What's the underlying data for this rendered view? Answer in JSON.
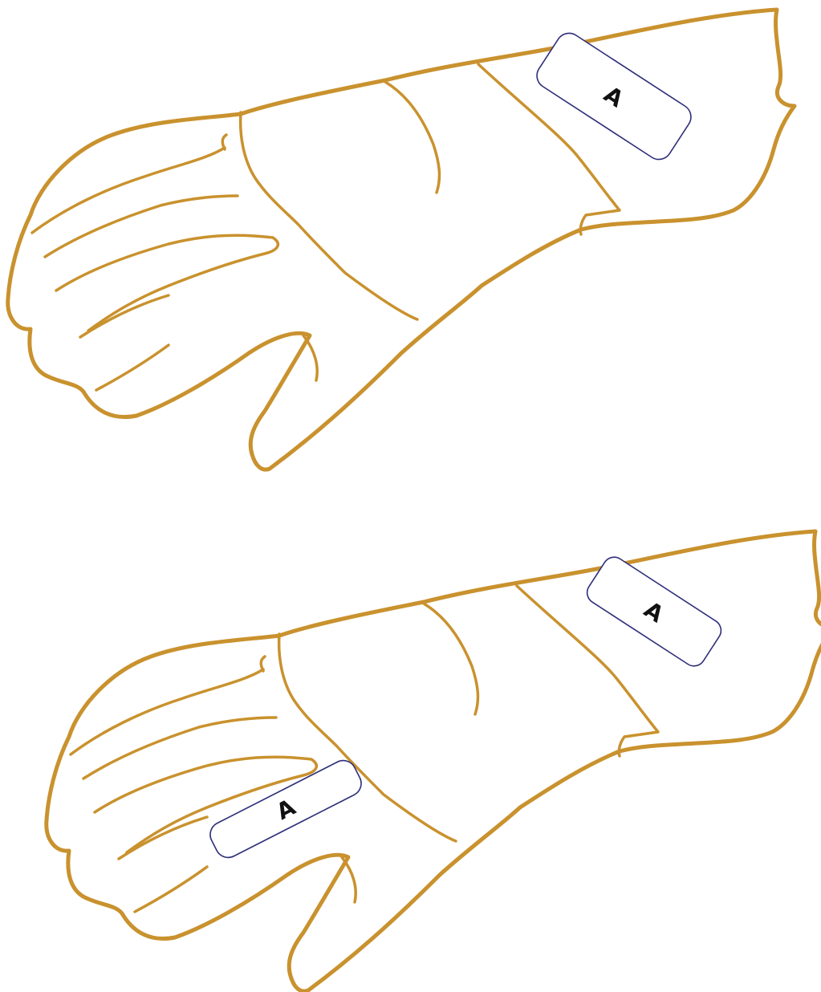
{
  "colors": {
    "glove_outline": "#C9922E",
    "patch_outline": "#2E2E7A",
    "patch_text": "#111111",
    "background": "#FFFFFF"
  },
  "gloves": [
    {
      "id": "glove-top",
      "patches": [
        {
          "id": "cuff-patch",
          "label": "A"
        }
      ]
    },
    {
      "id": "glove-bottom",
      "patches": [
        {
          "id": "cuff-patch",
          "label": "A"
        },
        {
          "id": "finger-patch",
          "label": "A"
        }
      ]
    }
  ]
}
